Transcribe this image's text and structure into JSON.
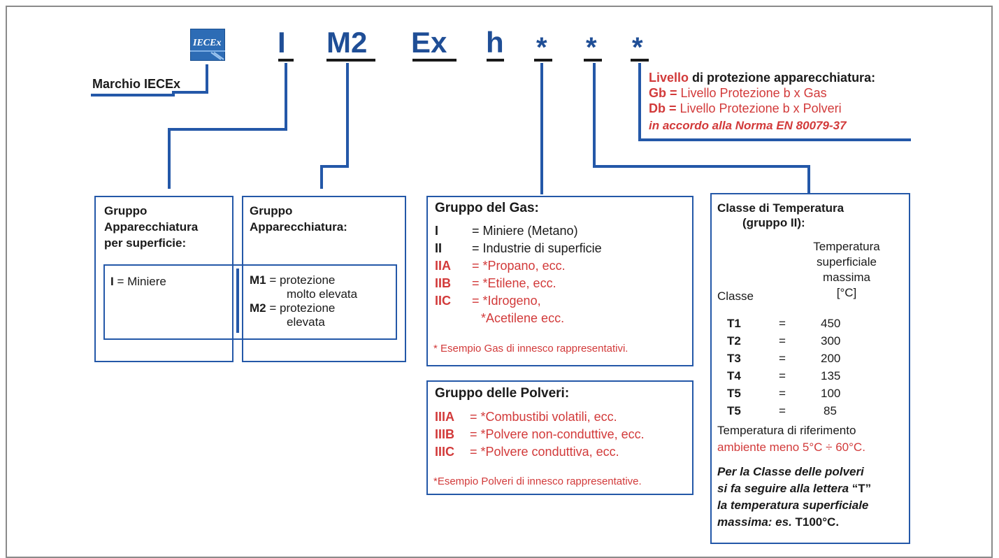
{
  "logo": {
    "text": "IECEx"
  },
  "code": {
    "c1": "I",
    "c2": "M2",
    "c3": "Ex",
    "c4": "h",
    "c5": "*",
    "c6": "*",
    "c7": "*"
  },
  "brand_label": "Marchio IECEx",
  "protection": {
    "title_red": "Livello",
    "title_rest": " di protezione apparecchiatura:",
    "gb_code": "Gb =",
    "gb_text": " Livello Protezione b x Gas",
    "db_code": "Db =",
    "db_text": " Livello Protezione b x Polveri",
    "norm": "in accordo alla Norma EN 80079-37"
  },
  "group_surface": {
    "title1": "Gruppo",
    "title2": "Apparecchiatura",
    "title3": "per superficie:",
    "i_code": "I",
    "i_text": " = Miniere"
  },
  "group_mines": {
    "title1": "Gruppo",
    "title2": "Apparecchiatura:",
    "m1_code": "M1",
    "m1_text1": " = protezione",
    "m1_text2": "molto elevata",
    "m2_code": "M2",
    "m2_text1": " = protezione",
    "m2_text2": "elevata"
  },
  "gas": {
    "title": "Gruppo del Gas:",
    "rows": [
      {
        "code": "I",
        "text": "= Miniere (Metano)"
      },
      {
        "code": "II",
        "text": "= Industrie di superficie"
      },
      {
        "code": "IIA",
        "text": "= *Propano, ecc."
      },
      {
        "code": "IIB",
        "text": "= *Etilene, ecc."
      },
      {
        "code": "IIC",
        "text": "= *Idrogeno,"
      }
    ],
    "cont": "*Acetilene ecc.",
    "note": "* Esempio Gas di innesco rappresentativi."
  },
  "dust": {
    "title": "Gruppo delle Polveri:",
    "rows": [
      {
        "code": "IIIA",
        "text": "= *Combustibi volatili, ecc."
      },
      {
        "code": "IIIB",
        "text": "= *Polvere non-conduttive, ecc."
      },
      {
        "code": "IIIC",
        "text": "= *Polvere conduttiva, ecc."
      }
    ],
    "note": "*Esempio Polveri di innesco rappresentative."
  },
  "temp": {
    "title1": "Classe di Temperatura",
    "title2": "(gruppo II):",
    "head1": "Temperatura",
    "head2": "superficiale",
    "head3": "massima",
    "col_class": "Classe",
    "unit": "[°C]",
    "rows": [
      {
        "cls": "T1",
        "eq": "=",
        "val": "450"
      },
      {
        "cls": "T2",
        "eq": "=",
        "val": "300"
      },
      {
        "cls": "T3",
        "eq": "=",
        "val": "200"
      },
      {
        "cls": "T4",
        "eq": "=",
        "val": "135"
      },
      {
        "cls": "T5",
        "eq": "=",
        "val": "100"
      },
      {
        "cls": "T5",
        "eq": "=",
        "val": "85"
      }
    ],
    "ref1": "Temperatura di riferimento",
    "ref2": "ambiente meno 5°C ÷ 60°C.",
    "dust_note1": "Per la Classe delle polveri",
    "dust_note2_a": "si fa seguire alla lettera ",
    "dust_note2_b": "“T”",
    "dust_note3": "la temperatura superficiale",
    "dust_note4_a": "massima: es. ",
    "dust_note4_b": "T100°C."
  },
  "colors": {
    "accent_blue": "#1f4e96",
    "line_blue": "#2458a8",
    "red": "#d23a3a",
    "frame": "#8a8a8a"
  }
}
